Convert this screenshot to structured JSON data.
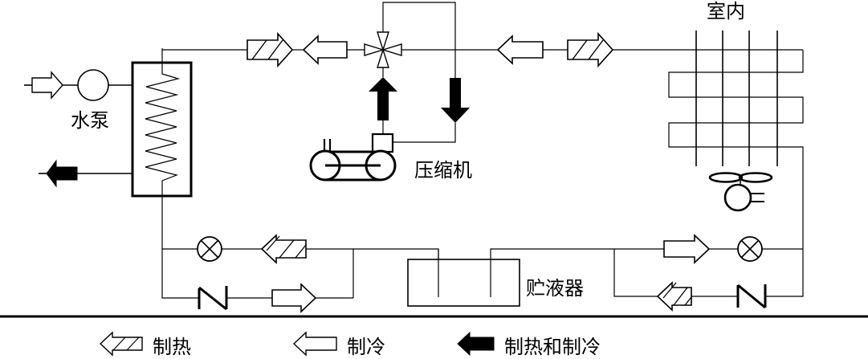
{
  "diagram": {
    "type": "heat-pump-refrigeration-cycle",
    "labels": {
      "water_pump": "水泵",
      "compressor": "压缩机",
      "indoor": "室内",
      "receiver": "贮液器"
    },
    "colors": {
      "line": "#000000",
      "background": "#ffffff",
      "solid_arrow": "#000000"
    }
  },
  "legend": {
    "items": [
      {
        "icon": "hatched-arrow-icon",
        "label": "制热"
      },
      {
        "icon": "hollow-arrow-icon",
        "label": "制冷"
      },
      {
        "icon": "solid-arrow-icon",
        "label": "制热和制冷"
      }
    ]
  }
}
